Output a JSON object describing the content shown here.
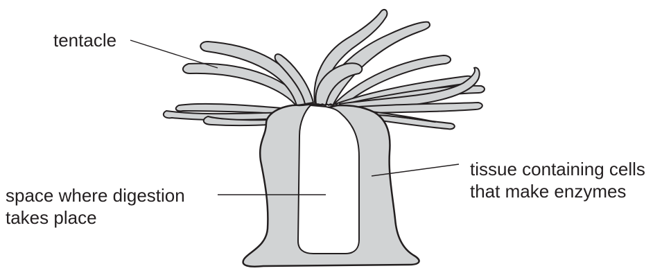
{
  "diagram": {
    "fill_color": "#d1d3d4",
    "stroke_color": "#231f20",
    "background_color": "#ffffff",
    "labels": {
      "tentacle": "tentacle",
      "space_line1": "space where digestion",
      "space_line2": "takes place",
      "tissue_line1": "tissue containing cells",
      "tissue_line2": "that make enzymes"
    }
  }
}
